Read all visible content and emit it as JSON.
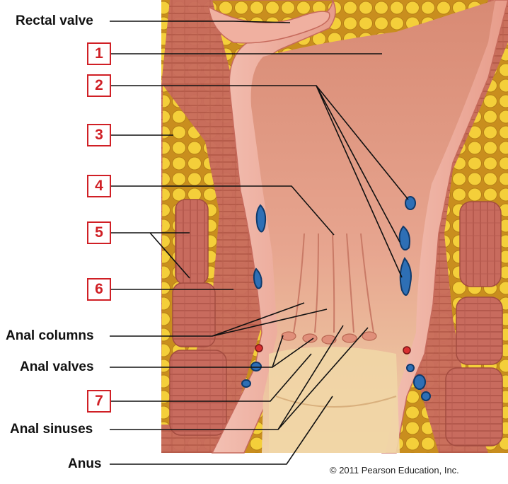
{
  "labels": {
    "rectal_valve": "Rectal valve",
    "anal_columns": "Anal columns",
    "anal_valves": "Anal valves",
    "anal_sinuses": "Anal sinuses",
    "anus": "Anus"
  },
  "number_boxes": [
    "1",
    "2",
    "3",
    "4",
    "5",
    "6",
    "7"
  ],
  "copyright": "© 2011 Pearson Education, Inc.",
  "colors": {
    "label_box_border": "#d01f25",
    "label_box_text": "#d01f25",
    "leader_line": "#111111",
    "muscle": "#c76a5f",
    "fat": "#f1c232",
    "mucosa": "#e9a18f",
    "vein": "#2e6fb5"
  }
}
